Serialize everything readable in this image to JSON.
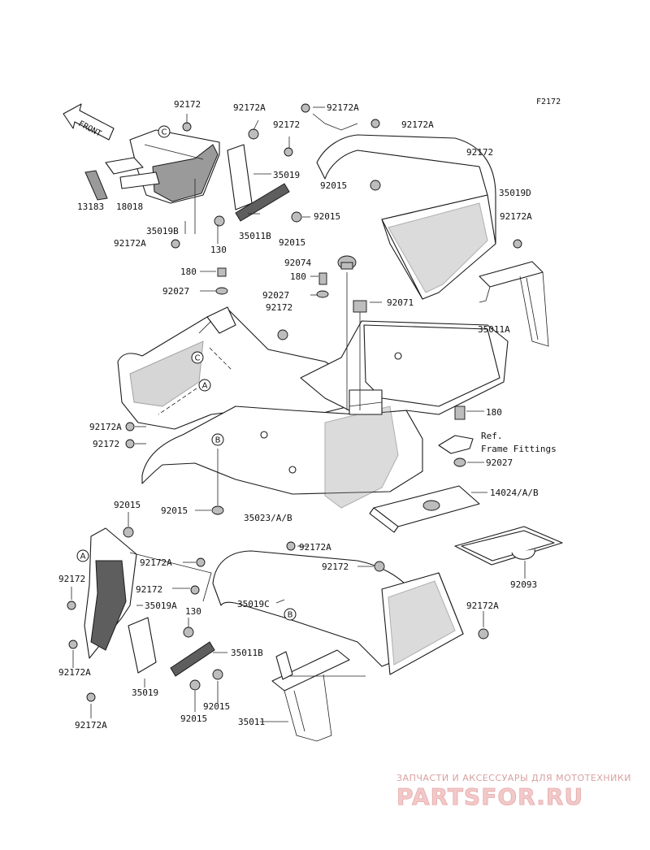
{
  "figure": {
    "code": "F2172"
  },
  "front_arrow": {
    "label": "FRONT"
  },
  "callouts": {
    "a": "A",
    "b": "B",
    "c": "C"
  },
  "labels": {
    "l_92172_top": "92172",
    "l_92172a_top1": "92172A",
    "l_92172a_top2": "92172A",
    "l_92172_top2": "92172",
    "l_92172a_top3": "92172A",
    "l_35019": "35019",
    "l_92172_right": "92172",
    "l_13183": "13183",
    "l_18018": "18018",
    "l_92015_a": "92015",
    "l_35019d": "35019D",
    "l_92015_b": "92015",
    "l_35019b": "35019B",
    "l_92172a_left": "92172A",
    "l_130_top": "130",
    "l_35011b_top": "35011B",
    "l_92015_c": "92015",
    "l_92172a_right": "92172A",
    "l_92074": "92074",
    "l_180_a": "180",
    "l_180_b": "180",
    "l_92027_a": "92027",
    "l_92027_b": "92027",
    "l_92172_mid": "92172",
    "l_92071": "92071",
    "l_35011a": "35011A",
    "l_180_c": "180",
    "l_ref": "Ref.",
    "l_frame": "Frame Fittings",
    "l_92172a_mid": "92172A",
    "l_92172_mid2": "92172",
    "l_92027_c": "92027",
    "l_92015_d": "92015",
    "l_35023": "35023/A/B",
    "l_14024": "14024/A/B",
    "l_92015_e": "92015",
    "l_92172a_low1": "92172A",
    "l_92172_low1": "92172",
    "l_92172a_low2": "92172A",
    "l_92172_low2": "92172",
    "l_92093": "92093",
    "l_35019a": "35019A",
    "l_92172_low3": "92172",
    "l_35019c": "35019C",
    "l_92172a_low3": "92172A",
    "l_130_low": "130",
    "l_35011b_low": "35011B",
    "l_92172a_low4": "92172A",
    "l_35019_low": "35019",
    "l_92015_f": "92015",
    "l_92015_g": "92015",
    "l_35011": "35011",
    "l_92172a_low5": "92172A"
  },
  "watermark": {
    "tagline": "ЗАПЧАСТИ И АКСЕССУАРЫ ДЛЯ МОТОТЕХНИКИ",
    "brand": "PARTSFOR.RU"
  }
}
